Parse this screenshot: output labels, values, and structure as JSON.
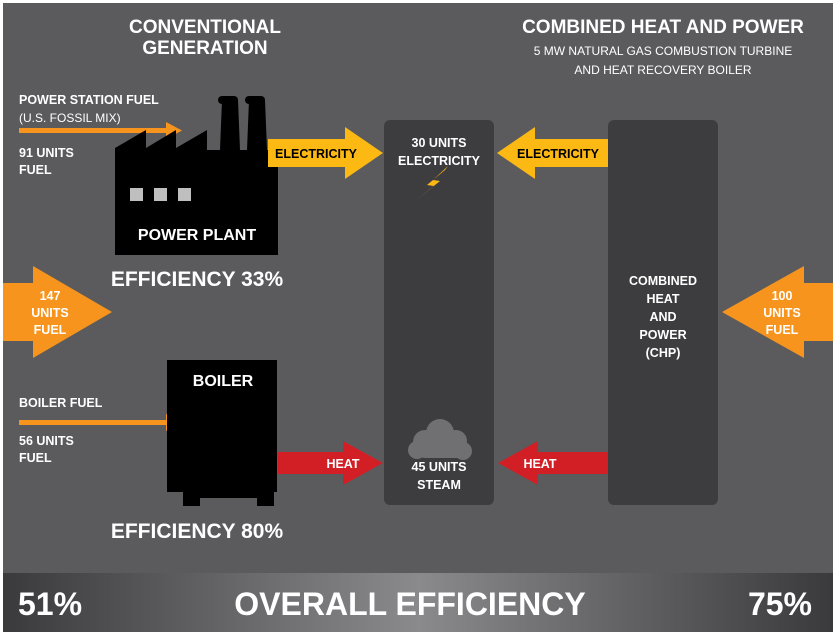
{
  "conventional": {
    "title_line1": "CONVENTIONAL",
    "title_line2": "GENERATION",
    "power_station_fuel": {
      "label": "POWER STATION FUEL",
      "sublabel": "(U.S. FOSSIL MIX)",
      "amount": "91 UNITS",
      "unit": "FUEL"
    },
    "power_plant_label": "POWER PLANT",
    "power_plant_efficiency": "EFFICIENCY 33%",
    "electricity_arrow": "ELECTRICITY",
    "total_fuel": {
      "line1": "147",
      "line2": "UNITS",
      "line3": "FUEL"
    },
    "boiler_fuel": {
      "label": "BOILER FUEL",
      "amount": "56 UNITS",
      "unit": "FUEL"
    },
    "boiler_label": "BOILER",
    "boiler_efficiency": "EFFICIENCY 80%",
    "heat_arrow": "HEAT"
  },
  "center": {
    "electricity_line1": "30 UNITS",
    "electricity_line2": "ELECTRICITY",
    "steam_line1": "45 UNITS",
    "steam_line2": "STEAM"
  },
  "chp": {
    "title": "COMBINED HEAT AND POWER",
    "subtitle_line1": "5 MW NATURAL GAS COMBUSTION TURBINE",
    "subtitle_line2": "AND HEAT RECOVERY BOILER",
    "electricity_arrow": "ELECTRICITY",
    "heat_arrow": "HEAT",
    "box_line1": "COMBINED",
    "box_line2": "HEAT",
    "box_line3": "AND",
    "box_line4": "POWER",
    "box_line5": "(CHP)",
    "fuel": {
      "line1": "100",
      "line2": "UNITS",
      "line3": "FUEL"
    }
  },
  "footer": {
    "left_value": "51%",
    "label": "OVERALL EFFICIENCY",
    "right_value": "75%"
  },
  "colors": {
    "background": "#5b5b5d",
    "column": "#3d3d3f",
    "orange": "#f7941d",
    "yellow": "#fdb913",
    "red": "#d21f26",
    "black": "#000000"
  }
}
